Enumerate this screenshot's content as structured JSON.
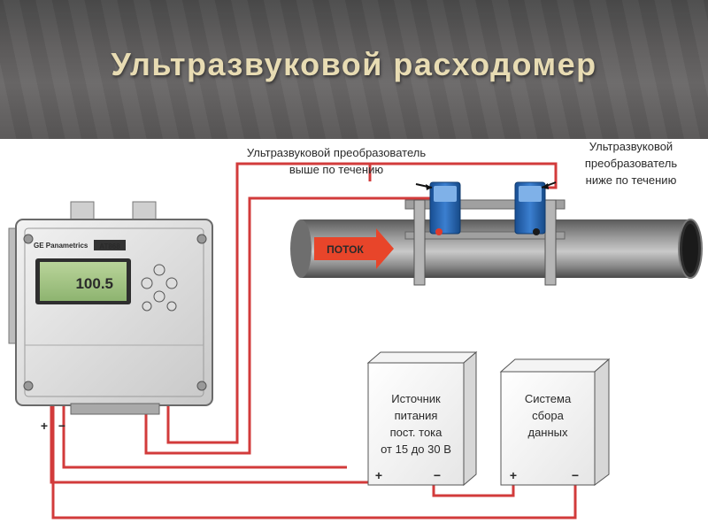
{
  "title": "Ультразвуковой расходомер",
  "labels": {
    "upstream_line1": "Ультразвуковой преобразователь",
    "upstream_line2": "выше по течению",
    "downstream_line1": "Ультразвуковой",
    "downstream_line2": "преобразователь",
    "downstream_line3": "ниже по течению",
    "flow": "ПОТОК"
  },
  "meter": {
    "brand": "GE Panametrics",
    "model": "AT868",
    "display_value": "100.5",
    "terminal_plus": "+",
    "terminal_minus": "−"
  },
  "power_box": {
    "line1": "Источник",
    "line2": "питания",
    "line3": "пост. тока",
    "line4": "от 15 до 30 В",
    "plus": "+",
    "minus": "−"
  },
  "data_box": {
    "line1": "Система",
    "line2": "сбора",
    "line3": "данных",
    "plus": "+",
    "minus": "−"
  },
  "colors": {
    "wire": "#d23b3b",
    "title": "#e8dcb3",
    "flow_arrow": "#e8452a",
    "transducer": "#1f5fa8"
  }
}
